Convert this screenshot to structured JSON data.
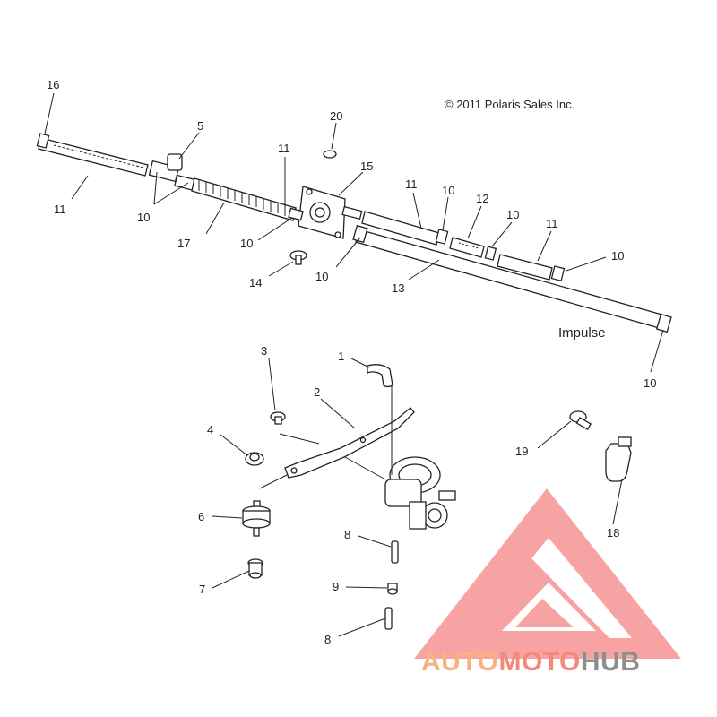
{
  "copyright": "© 2011 Polaris Sales Inc.",
  "model": "Impulse",
  "callouts": {
    "c16": "16",
    "c5": "5",
    "c11a": "11",
    "c10a": "10",
    "c17": "17",
    "c10b": "10",
    "c11b": "11",
    "c20": "20",
    "c15": "15",
    "c14": "14",
    "c10c": "10",
    "c11c": "11",
    "c10d": "10",
    "c12": "12",
    "c10e": "10",
    "c11d": "11",
    "c10f": "10",
    "c13": "13",
    "c10g": "10",
    "c3": "3",
    "c1": "1",
    "c2": "2",
    "c4": "4",
    "c6": "6",
    "c7": "7",
    "c8a": "8",
    "c9": "9",
    "c8b": "8",
    "c19": "19",
    "c18": "18"
  },
  "watermark": {
    "part1": "AUTO",
    "part2": "MOTO",
    "part3": "HUB",
    "color_primary": "#f7a37a",
    "color_secondary": "#f08080",
    "color_hub": "#8a8a8a",
    "logo_color": "#f46b6b"
  }
}
